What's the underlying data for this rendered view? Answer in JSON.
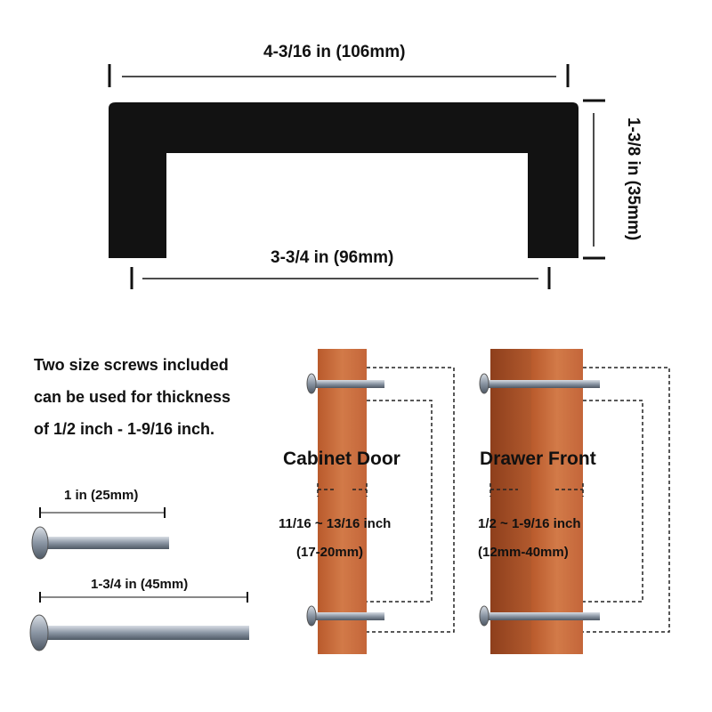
{
  "dimensions": {
    "overall_length": "4-3/16 in (106mm)",
    "hole_spacing": "3-3/4 in (96mm)",
    "projection": "1-3/8 in (35mm)"
  },
  "note": {
    "lines": [
      "Two size screws included",
      "can be used for thickness",
      "of 1/2 inch - 1-9/16 inch."
    ]
  },
  "screws": [
    {
      "length": "1 in (25mm)"
    },
    {
      "length": "1-3/4 in (45mm)"
    }
  ],
  "installations": [
    {
      "title": "Cabinet Door",
      "range": "11/16 ~ 13/16 inch",
      "metric": "(17-20mm)"
    },
    {
      "title": "Drawer Front",
      "range": "1/2 ~ 1-9/16 inch",
      "metric": "(12mm-40mm)"
    }
  ],
  "colors": {
    "handle": "#121212",
    "wood": "#c8693a",
    "wood_dark": "#9e4a22"
  }
}
